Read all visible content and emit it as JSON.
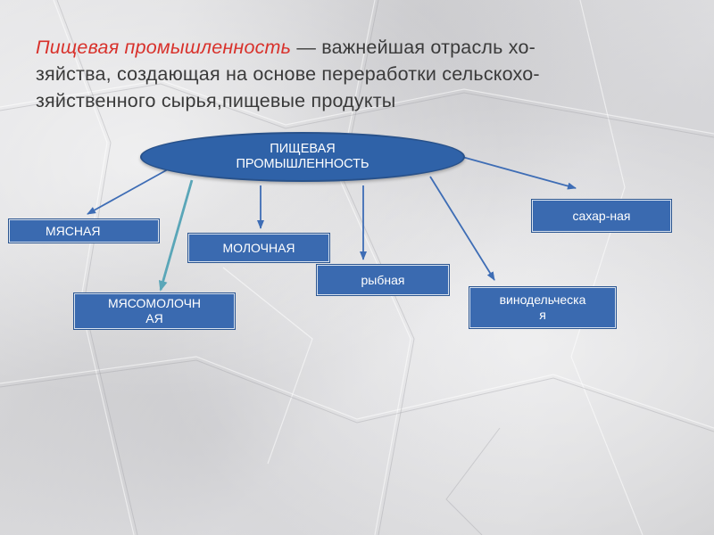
{
  "heading": {
    "accent": "Пищевая промышленность",
    "line1_rest": " — важнейшая отрасль хо-",
    "line2": "зяйства, создающая на основе переработки сельскохо-",
    "line3": "зяйственного сырья,пищевые продукты"
  },
  "diagram": {
    "center": {
      "line1": "ПИЩЕВАЯ",
      "line2": "ПРОМЫШЛЕННОСТЬ"
    },
    "branches": {
      "meat": "МЯСНАЯ",
      "dairy": "МОЛОЧНАЯ",
      "fish": "рыбная",
      "sugar": "сахар-ная",
      "meat_dairy_line1": "МЯСОМОЛОЧН",
      "meat_dairy_line2": "АЯ",
      "wine_line1": "винодельческа",
      "wine_line2": "я"
    }
  },
  "colors": {
    "accent_text": "#d8312b",
    "node_fill": "#3a6ab0",
    "ellipse_fill": "#2f62a8",
    "arrow": "#3e6db5",
    "arrow_teal": "#5aa6b8"
  }
}
